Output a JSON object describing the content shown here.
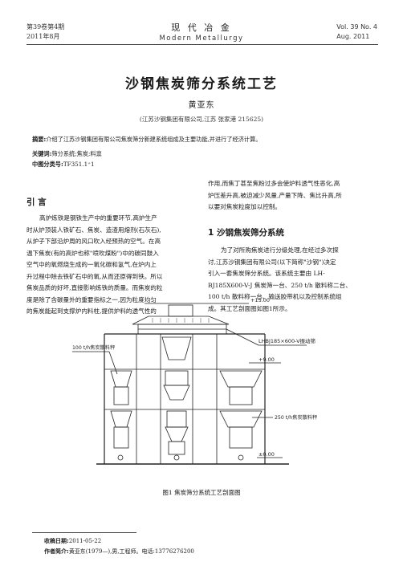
{
  "header": {
    "volume_zh": "第39卷第4期",
    "date_zh": "2011年8月",
    "journal_zh": "现 代 冶 金",
    "journal_en": "Modern Metallurgy",
    "volume_en": "Vol. 39   No. 4",
    "date_en": "Aug. 2011"
  },
  "article": {
    "title": "沙钢焦炭筛分系统工艺",
    "author": "黄亚东",
    "affiliation": "(江苏沙钢集团有限公司,江苏 张家港 215625)",
    "abstract_label": "摘要:",
    "abstract": "介绍了江苏沙钢集团有限公司焦炭筛分新建系统组成及主要功能,并进行了经济计算。",
    "keywords_label": "关键词:",
    "keywords": "筛分系统;焦炭;料禀",
    "clc_label": "中图分类号:",
    "clc": "TF351.1⁺1"
  },
  "intro": {
    "heading": "引  言",
    "lines": [
      "高炉炼铁是钢铁生产中的重要环节,高炉生产",
      "时从炉顶装人铁矿石、焦炭、造渣用熔剂(石灰石),",
      "从炉子下部沿炉周的风口吹入经预热的空气。在高",
      "温下焦炭(有的高炉也称\"喷吹煤粉\")中的碳同鼓入",
      "空气中的氧燃烧生成的一氧化碳和氢气,在炉内上",
      "升过程中除去铁矿石中的氧,从而还原得到铁。所以",
      "焦炭品质的好坏,直接影响炼铁的质量。而焦炭的粒",
      "度是除了含碳量外的重要指标之一,因为粒度均匀",
      "的焦炭能起到支撑炉内料柱,提供炉料的透气性的"
    ]
  },
  "right_col": {
    "cont_lines": [
      "作用,而焦丁甚至焦粉过多会使炉料透气性恶化,高",
      "炉压差升高,被迫减少风量,产量下降、焦比升高,所",
      "以要对焦炭粒度加以控制。"
    ],
    "section_heading": "1  沙钢焦炭筛分系统",
    "sec_lines": [
      "为了对所购焦炭进行分级处理,在经过多次探",
      "讨,江苏沙钢集团有限公司(以下简称\"沙钢\")决定",
      "引入一套焦炭筛分系统。该系统主要由 LH-",
      "BJ185X600-V-J 焦炭筛一台、250 t/h 散料称二台、",
      "100 t/h 散料称一台、输送胶带机以及控制系统组",
      "成。其工艺剖面图如图1所示。"
    ]
  },
  "figure": {
    "label_top": "+15.00",
    "label_screen": "LHBJ185×600-V振动筛",
    "label_mid": "+9.00",
    "label_100": "100 t/h焦炭散料秤",
    "label_250": "250 t/h焦炭散料秤",
    "label_zero": "±0.00",
    "caption": "图1   焦炭筛分系统工艺剖面图"
  },
  "footnote": {
    "received_label": "收稿日期:",
    "received": "2011-05-22",
    "author_label": "作者简介:",
    "author_info": "黄亚东(1979—),男,工程师。电话:13776276200"
  }
}
